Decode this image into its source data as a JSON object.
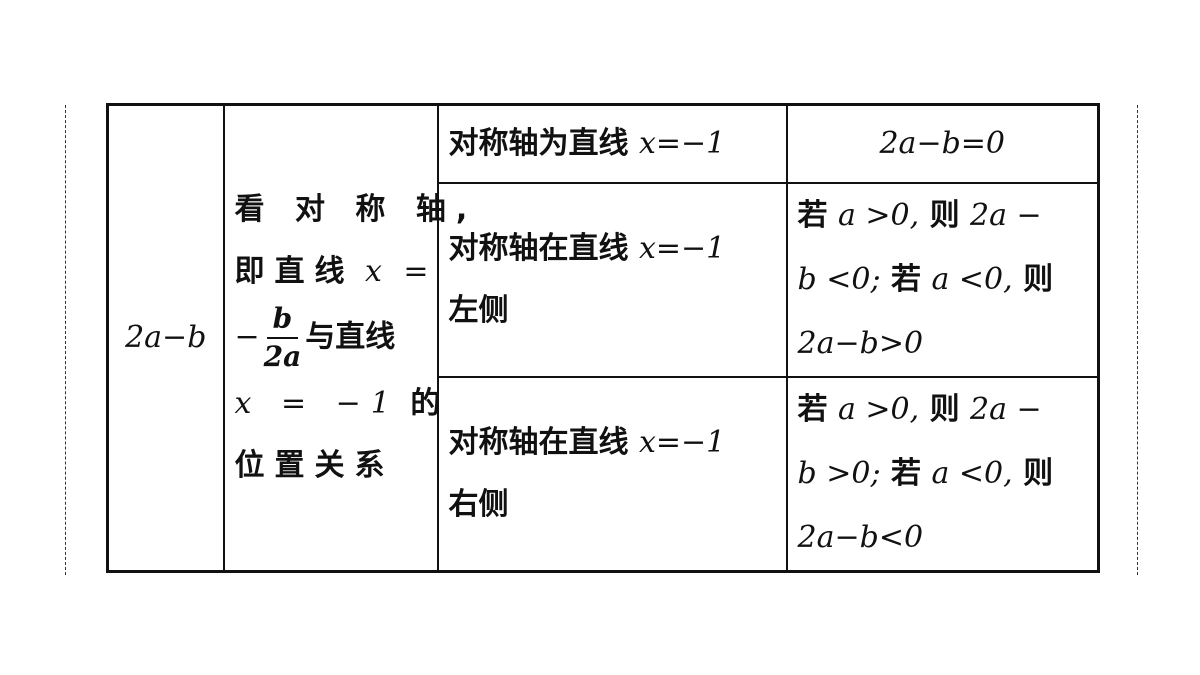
{
  "column_label": "2a−b",
  "method": {
    "line1": "看 对 称 轴,",
    "line2_text": "即直线",
    "line2_math": "x =",
    "frac_prefix": "−",
    "frac_num": "b",
    "frac_den": "2a",
    "line3_text": "与直线",
    "line4_math": "x = −1",
    "line4_text": "的",
    "line5_text": "位置关系"
  },
  "rows": [
    {
      "condition_text": "对称轴为直线",
      "condition_math": "x=−1",
      "result": "2a−b=0"
    },
    {
      "condition_text": "对称轴在直线",
      "condition_math": "x=−1",
      "condition_text2": "左侧",
      "result_l1_a": "若",
      "result_l1_b": "a >0,",
      "result_l1_c": "则",
      "result_l1_d": "2a −",
      "result_l2_a": "b <0;",
      "result_l2_b": "若",
      "result_l2_c": "a <0,",
      "result_l2_d": "则",
      "result_l3": "2a−b>0"
    },
    {
      "condition_text": "对称轴在直线",
      "condition_math": "x=−1",
      "condition_text2": "右侧",
      "result_l1_a": "若",
      "result_l1_b": "a >0,",
      "result_l1_c": "则",
      "result_l1_d": "2a −",
      "result_l2_a": "b >0;",
      "result_l2_b": "若",
      "result_l2_c": "a <0,",
      "result_l2_d": "则",
      "result_l3": "2a−b<0"
    }
  ]
}
